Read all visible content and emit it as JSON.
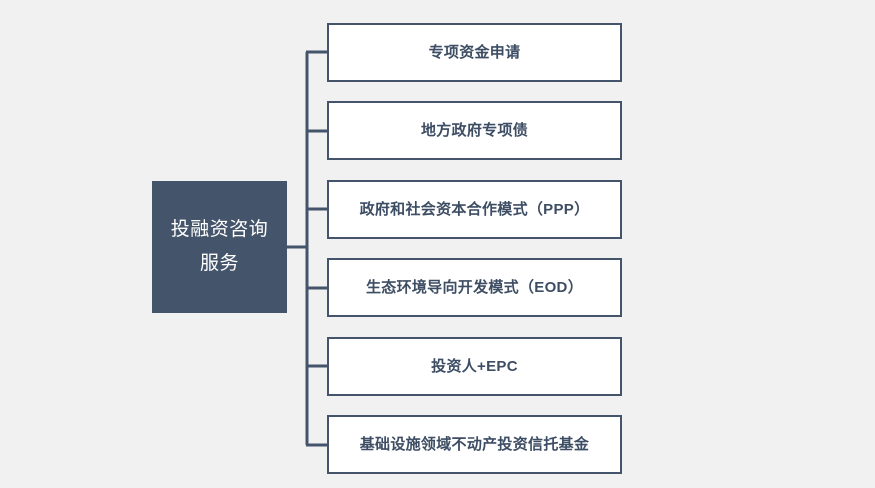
{
  "diagram": {
    "type": "tree-org-chart",
    "background_color": "#f1f1f1",
    "root": {
      "label": "投融资咨询\n服务",
      "fill_color": "#44546a",
      "text_color": "#ffffff"
    },
    "branch_color": "#44546a",
    "leaf_style": {
      "fill_color": "#ffffff",
      "border_color": "#44546a",
      "text_color": "#3d4d63"
    },
    "children": [
      {
        "label": "专项资金申请"
      },
      {
        "label": "地方政府专项债"
      },
      {
        "label": "政府和社会资本合作模式（PPP）"
      },
      {
        "label": "生态环境导向开发模式（EOD）"
      },
      {
        "label": "投资人+EPC"
      },
      {
        "label": "基础设施领域不动产投资信托基金"
      }
    ]
  }
}
